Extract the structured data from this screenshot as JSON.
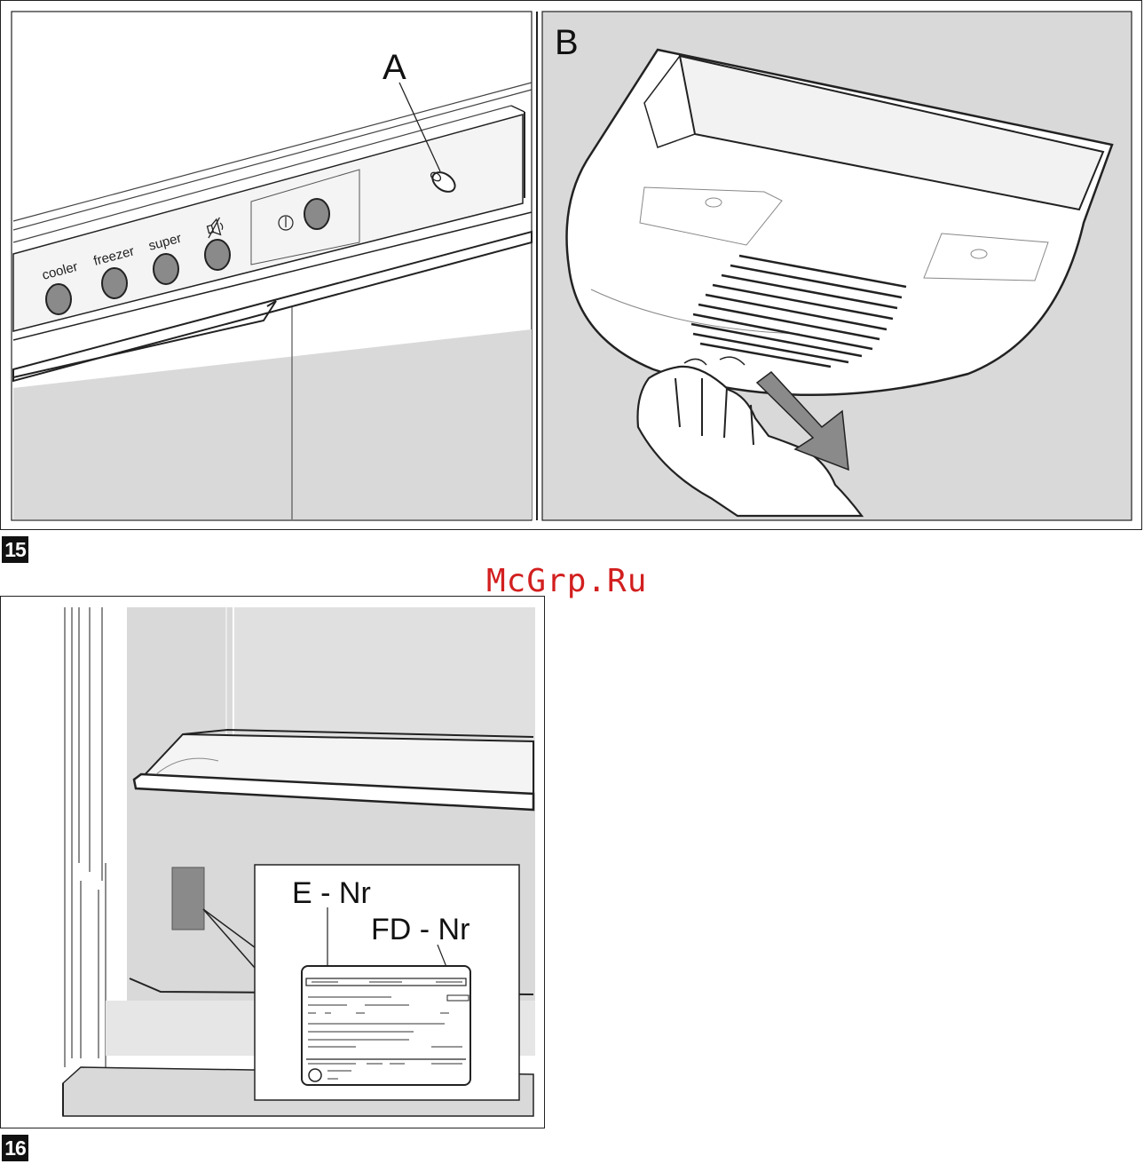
{
  "figure_15": {
    "number": "15",
    "callout_a": "A",
    "panel_b_label": "B",
    "buttons": {
      "cooler": "cooler",
      "freezer": "freezer",
      "super": "super",
      "alarm_off_icon": "speaker-muted-icon",
      "power_icon": "power-icon"
    }
  },
  "figure_16": {
    "number": "16",
    "e_nr": "E - Nr",
    "fd_nr": "FD - Nr"
  },
  "watermark": "McGrp.Ru",
  "colors": {
    "line": "#222222",
    "button_fill": "#8a8a8a",
    "interior_gray": "#d9d9d9",
    "watermark": "#d21f1f"
  }
}
